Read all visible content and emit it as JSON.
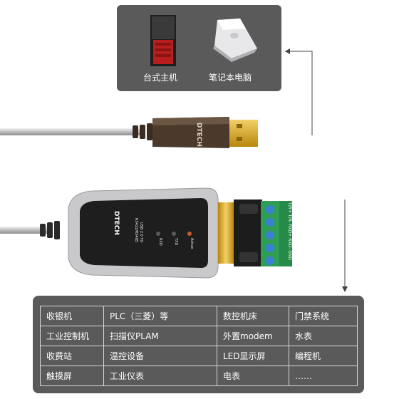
{
  "devices": {
    "desktop_label": "台式主机",
    "laptop_label": "笔记本电脑"
  },
  "usb_plug": {
    "brand": "DTECH"
  },
  "adapter": {
    "brand": "DTECH",
    "model_line1": "USB 2.0 TO",
    "model_line2": "RS422/RS485",
    "led_rxd": "RXD",
    "led_txd": "TXD",
    "led_active": "Active",
    "terminal_label": "T/R+ T/R- RXD+ RXD- GND"
  },
  "usage_table": {
    "rows": [
      [
        "收银机",
        "PLC（三菱）等",
        "数控机床",
        "门禁系统"
      ],
      [
        "工业控制机",
        "扫描仪PLAM",
        "外置modem",
        "水表"
      ],
      [
        "收费站",
        "温控设备",
        "LED显示屏",
        "编程机"
      ],
      [
        "触摸屏",
        "工业仪表",
        "电表",
        "……"
      ]
    ]
  },
  "colors": {
    "panel": "#5a5a5a",
    "usb_gold": "#d4a021",
    "terminal_green": "#2e9e55",
    "terminal_screw": "#3a7fd6"
  }
}
